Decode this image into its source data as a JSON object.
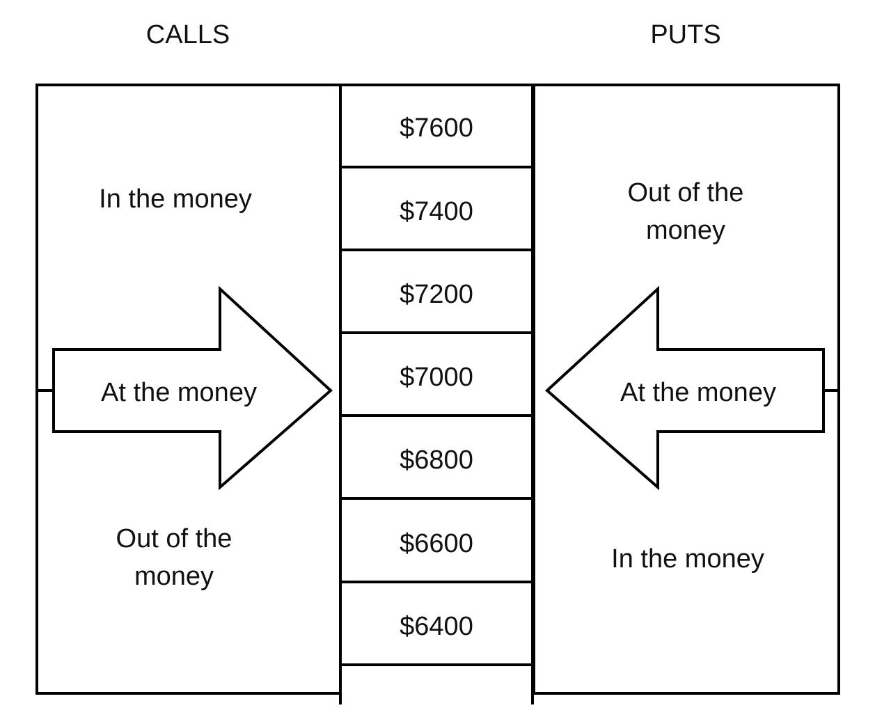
{
  "diagram": {
    "title_left": "CALLS",
    "title_right": "PUTS",
    "calls": {
      "upper_zone": "In the money",
      "arrow_label": "At the money",
      "lower_zone_line1": "Out of the",
      "lower_zone_line2": "money",
      "arrow_direction": "right"
    },
    "puts": {
      "upper_zone_line1": "Out of the",
      "upper_zone_line2": "money",
      "arrow_label": "At the money",
      "lower_zone": "In the money",
      "arrow_direction": "left"
    },
    "strikes": [
      "$7600",
      "$7400",
      "$7200",
      "$7000",
      "$6800",
      "$6600",
      "$6400"
    ],
    "at_the_money_strike": "$7000",
    "strike_increment": "200",
    "currency_symbol": "$",
    "colors": {
      "stroke": "#000000",
      "background": "#ffffff",
      "text": "#111111"
    }
  }
}
